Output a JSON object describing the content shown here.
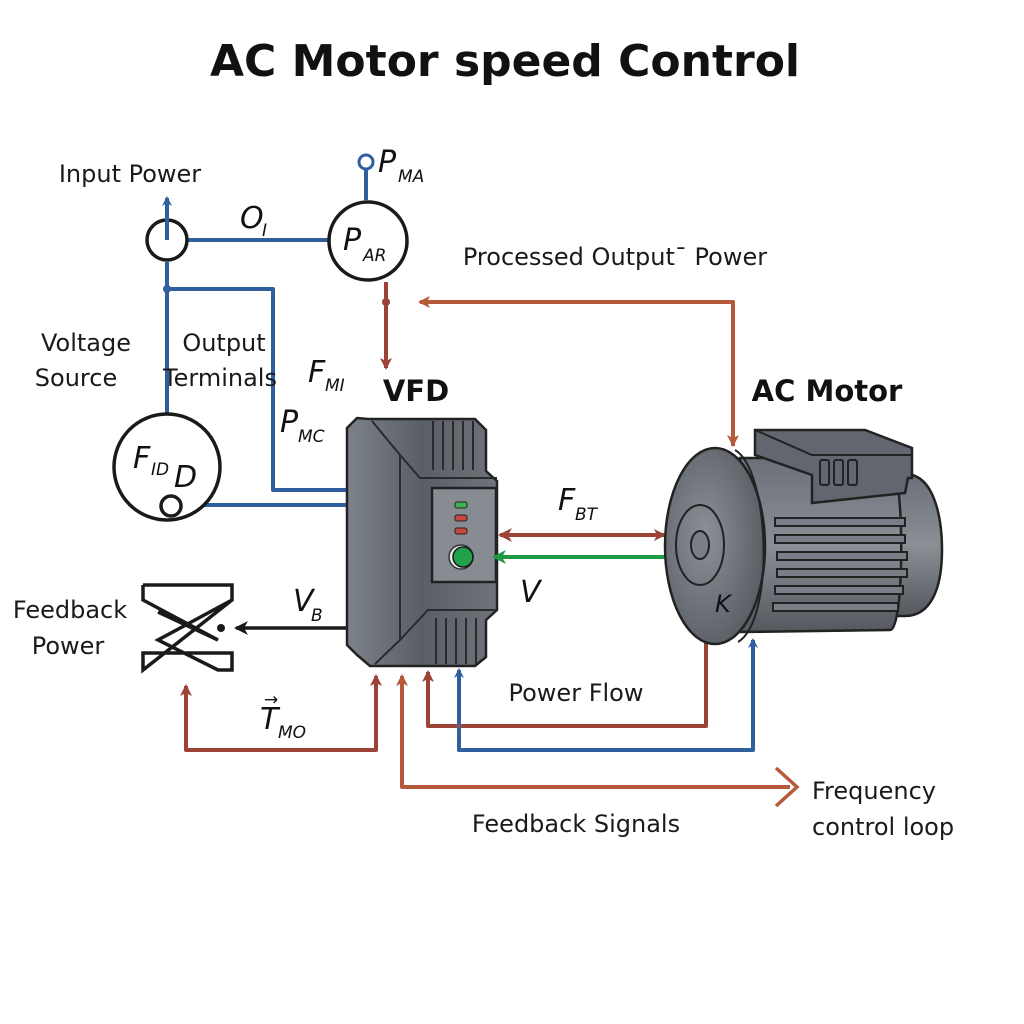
{
  "title": "AC Motor speed Control",
  "colors": {
    "power_line": "#2f5f9e",
    "feedback_line": "#9c4236",
    "signal_line": "#b5593a",
    "speed_line": "#1f9a45",
    "device_body": "#5d6168",
    "led_green": "#3fb34f",
    "led_red": "#c8463c"
  },
  "labels": {
    "input_power": "Input Power",
    "voltage_source_line1": "Voltage",
    "voltage_source_line2": "Source",
    "output_terminals_line1": "Output",
    "output_terminals_line2": "Terminals",
    "processed_output_power": "Processed Outputˉ Power",
    "vfd": "VFD",
    "ac_motor": "AC Motor",
    "feedback_power_line1": "Feedback",
    "feedback_power_line2": "Power",
    "power_flow": "Power Flow",
    "feedback_signals": "Feedback Signals",
    "frequency_loop_line1": "Frequency",
    "frequency_loop_line2": "control loop"
  },
  "symbols": {
    "o_i": {
      "main": "O",
      "sub": "I"
    },
    "p_ma": {
      "main": "P",
      "sub": "MA"
    },
    "p_ar": {
      "main": "P",
      "sub": "AR"
    },
    "f_mi": {
      "main": "F",
      "sub": "MI"
    },
    "p_mc": {
      "main": "P",
      "sub": "MC"
    },
    "f_id": {
      "main": "F",
      "sub": "ID"
    },
    "d": {
      "main": "D"
    },
    "f_bt": {
      "main": "F",
      "sub": "BT"
    },
    "v": {
      "main": "V"
    },
    "v_b": {
      "main": "V",
      "sub": "B"
    },
    "t_mo": {
      "main": "T",
      "sub": "MO",
      "arrow": "→"
    },
    "k": {
      "main": "K"
    }
  },
  "components": [
    {
      "id": "input-power-source",
      "type": "circle-source"
    },
    {
      "id": "p-ar-node",
      "type": "circle-node"
    },
    {
      "id": "voltage-source",
      "type": "circle-source"
    },
    {
      "id": "vfd",
      "type": "drive",
      "indicators": [
        "green",
        "red",
        "red"
      ],
      "button": "green"
    },
    {
      "id": "ac-motor",
      "type": "motor"
    },
    {
      "id": "feedback-power-element",
      "type": "hourglass-symbol"
    }
  ]
}
